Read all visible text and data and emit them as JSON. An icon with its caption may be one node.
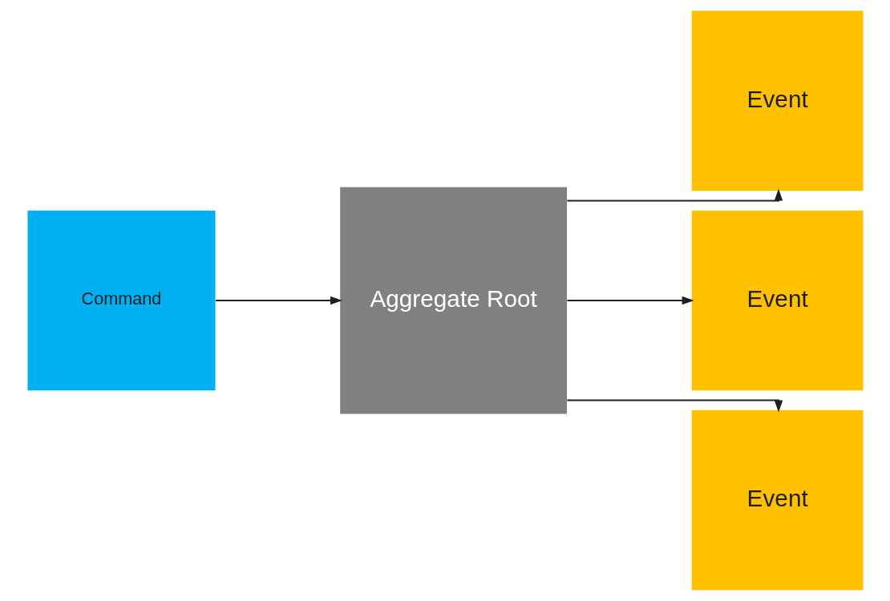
{
  "diagram": {
    "nodes": [
      {
        "text": [
          "Command"
        ]
      },
      {
        "text": [
          "Aggregate Root"
        ]
      },
      {
        "text": [
          "Event"
        ]
      },
      {
        "text": [
          "Event"
        ]
      },
      {
        "text": [
          "Event"
        ]
      }
    ],
    "edges": [
      {
        "from": 0,
        "to": 1,
        "arrow": "to"
      },
      {
        "from": 1,
        "to": 2,
        "arrow": "to"
      },
      {
        "from": 1,
        "to": 3,
        "arrow": "to"
      },
      {
        "from": 1,
        "to": 4,
        "arrow": "to"
      }
    ]
  }
}
